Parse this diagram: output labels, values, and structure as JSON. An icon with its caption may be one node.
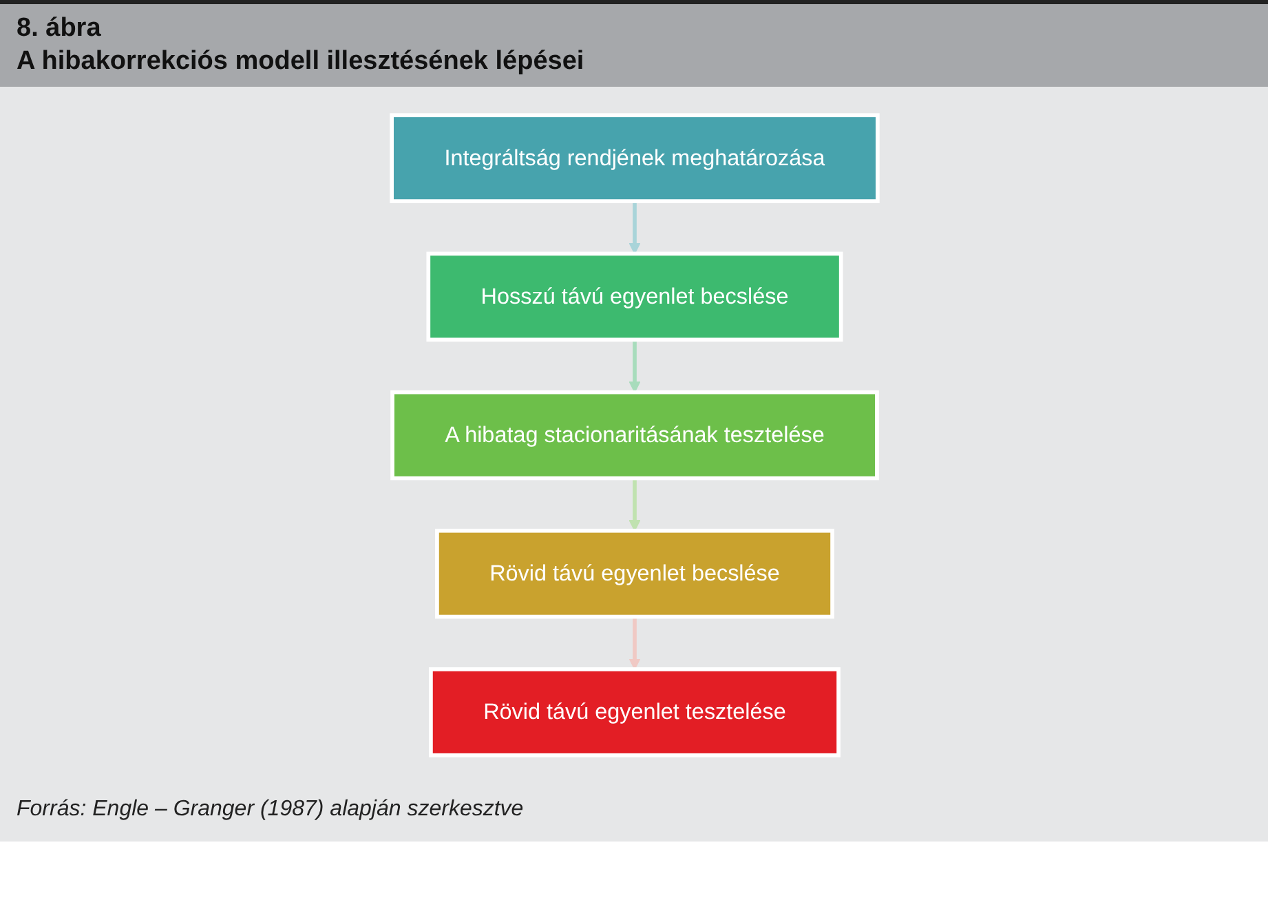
{
  "diagram": {
    "title": "A hibakorrekciós modell illesztésének lépései",
    "caption": "Forrás: Engle – Granger (1987) alapján szerkesztve",
    "labels": [
      "8. ábra"
    ],
    "nodes": [
      {
        "text": [
          "Integráltság rendjének meghatározása"
        ]
      },
      {
        "text": [
          "Hosszú távú egyenlet becslése"
        ]
      },
      {
        "text": [
          "A hibatag stacionaritásának tesztelése"
        ]
      },
      {
        "text": [
          "Rövid távú egyenlet becslése"
        ]
      },
      {
        "text": [
          "Rövid távú egyenlet tesztelése"
        ]
      }
    ],
    "edges": [
      {
        "from": 0,
        "to": 1,
        "arrow": "to",
        "color": "#a9d4d9"
      },
      {
        "from": 1,
        "to": 2,
        "arrow": "to",
        "color": "#a8dcbc"
      },
      {
        "from": 2,
        "to": 3,
        "arrow": "to",
        "color": "#c0e2b0"
      },
      {
        "from": 3,
        "to": 4,
        "arrow": "to",
        "color": "#f0c9c4"
      }
    ]
  }
}
